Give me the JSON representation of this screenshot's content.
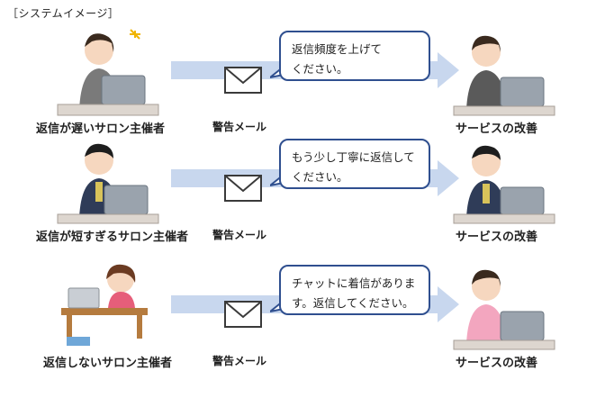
{
  "title": "［システムイメージ］",
  "rows": [
    {
      "left_label": "返信が遅いサロン主催者",
      "mail_label": "警告メール",
      "bubble_lines": [
        "返信頻度を上げて",
        "ください。"
      ],
      "right_label": "サービスの改善"
    },
    {
      "left_label": "返信が短すぎるサロン主催者",
      "mail_label": "警告メール",
      "bubble_lines": [
        "もう少し丁寧に返信して",
        "ください。"
      ],
      "right_label": "サービスの改善"
    },
    {
      "left_label": "返信しないサロン主催者",
      "mail_label": "警告メール",
      "bubble_lines": [
        "チャットに着信がありま",
        "す。返信してください。"
      ],
      "right_label": "サービスの改善"
    }
  ],
  "colors": {
    "arrow": "#c8d7ee",
    "bubble_border": "#2f4f8f",
    "mail_border": "#3a3a3a"
  }
}
